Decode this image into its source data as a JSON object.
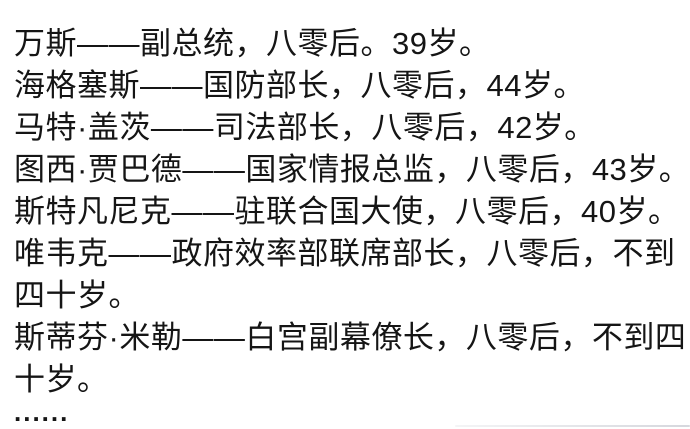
{
  "page": {
    "background_color": "#ffffff",
    "text_color": "#151515"
  },
  "document": {
    "lines": [
      "万斯——副总统，八零后。39岁。",
      "海格塞斯——国防部长，八零后，44岁。",
      "马特·盖茨——司法部长，八零后，42岁。",
      "图西·贾巴德——国家情报总监，八零后，43岁。",
      "斯特凡尼克——驻联合国大使，八零后，40岁。",
      "唯韦克——政府效率部联席部长，八零后，不到",
      "四十岁。",
      "斯蒂芬·米勒——白宫副幕僚长，八零后，不到四",
      "十岁。",
      "......"
    ]
  }
}
